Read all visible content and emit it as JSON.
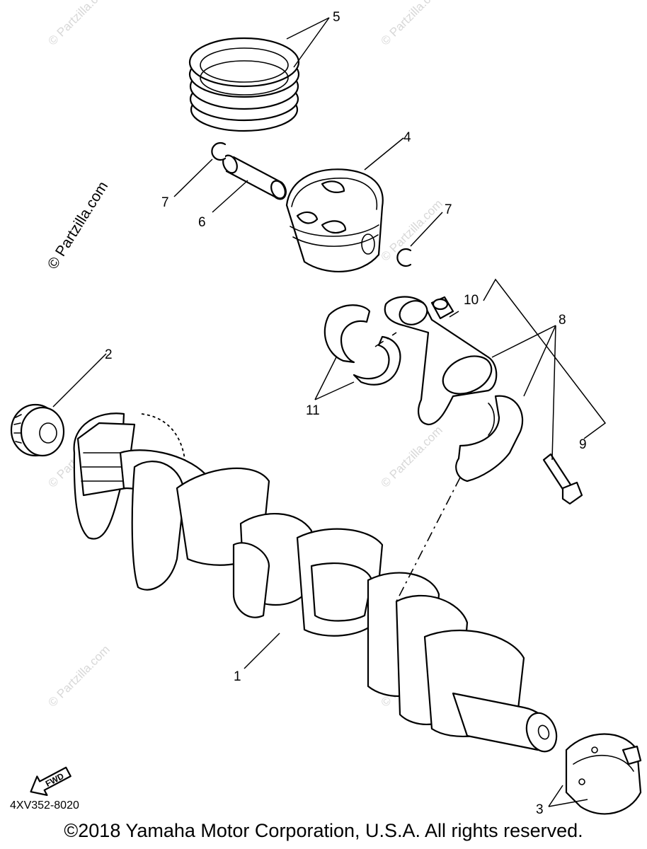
{
  "watermark": "© Partzilla.com",
  "callouts": {
    "c1": "1",
    "c2": "2",
    "c3": "3",
    "c4": "4",
    "c5": "5",
    "c6": "6",
    "c7a": "7",
    "c7b": "7",
    "c8": "8",
    "c9": "9",
    "c10": "10",
    "c11": "11"
  },
  "fwd_label": "FWD",
  "diagram_code": "4XV352-8020",
  "copyright": "©2018  Yamaha Motor Corporation, U.S.A. All rights reserved."
}
